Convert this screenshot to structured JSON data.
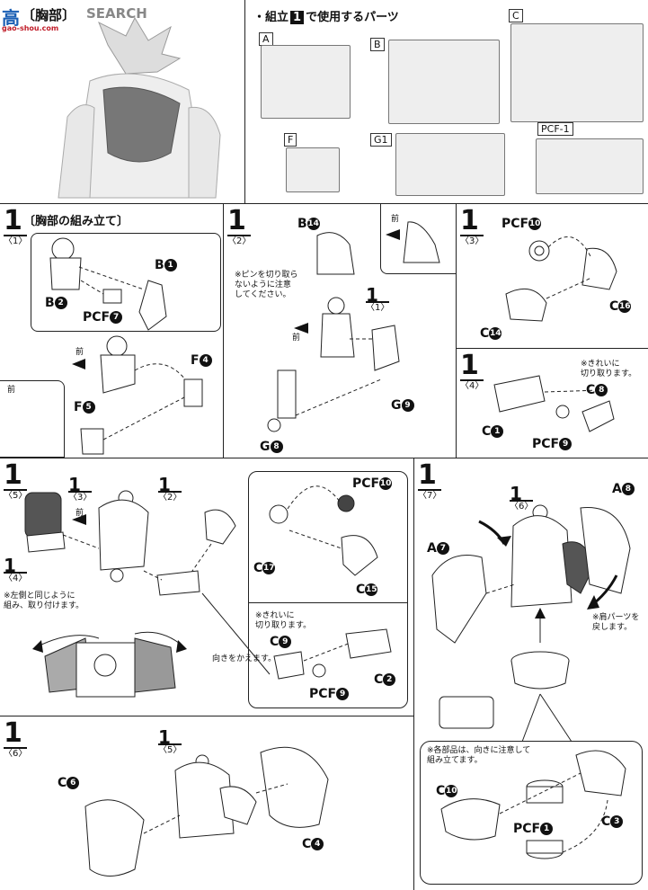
{
  "header": {
    "title": "〔胸部〕",
    "brand_watermark": "SEARCH",
    "brand_logo_text": "高",
    "brand_url": "gao-shou.com"
  },
  "parts_used": {
    "heading_prefix": "・組立",
    "heading_step": "1",
    "heading_suffix": "で使用するパーツ",
    "runners": [
      "A",
      "B",
      "C",
      "F",
      "G1",
      "PCF-1"
    ]
  },
  "steps": {
    "s1_1": {
      "number": "1",
      "sub": "〈1〉",
      "title": "〔胸部の組み立て〕",
      "labels": {
        "b1": "B",
        "b1n": "1",
        "b2": "B",
        "b2n": "2",
        "pcf7": "PCF",
        "pcf7n": "7",
        "f4": "F",
        "f4n": "4",
        "f5": "F",
        "f5n": "5",
        "front": "前",
        "front2": "前"
      }
    },
    "s1_2": {
      "number": "1",
      "sub": "〈2〉",
      "note": "※ピンを切り取ら\nないように注意\nしてください。",
      "labels": {
        "b14": "B",
        "b14n": "14",
        "g9": "G",
        "g9n": "9",
        "g8": "G",
        "g8n": "8",
        "front": "前",
        "front2": "前",
        "ref_num": "1",
        "ref_sub": "〈1〉"
      }
    },
    "s1_3": {
      "number": "1",
      "sub": "〈3〉",
      "labels": {
        "pcf10": "PCF",
        "pcf10n": "10",
        "c16": "C",
        "c16n": "16",
        "c14": "C",
        "c14n": "14"
      }
    },
    "s1_4": {
      "number": "1",
      "sub": "〈4〉",
      "note": "※きれいに\n切り取ります。",
      "labels": {
        "c8": "C",
        "c8n": "8",
        "c1": "C",
        "c1n": "1",
        "pcf9": "PCF",
        "pcf9n": "9"
      }
    },
    "s1_5": {
      "number": "1",
      "sub": "〈5〉",
      "note_left": "※左側と同じように\n組み、取り付けます。",
      "note_turn": "向きをかえます。",
      "note_clean": "※きれいに\n切り取ります。",
      "labels": {
        "front": "前",
        "ref3": "1",
        "ref3s": "〈3〉",
        "ref2": "1",
        "ref2s": "〈2〉",
        "ref4": "1",
        "ref4s": "〈4〉",
        "pcf10": "PCF",
        "pcf10n": "10",
        "c17": "C",
        "c17n": "17",
        "c15": "C",
        "c15n": "15",
        "c9": "C",
        "c9n": "9",
        "c2": "C",
        "c2n": "2",
        "pcf9": "PCF",
        "pcf9n": "9"
      }
    },
    "s1_6": {
      "number": "1",
      "sub": "〈6〉",
      "labels": {
        "c6": "C",
        "c6n": "6",
        "c4": "C",
        "c4n": "4",
        "ref5": "1",
        "ref5s": "〈5〉"
      }
    },
    "s1_7": {
      "number": "1",
      "sub": "〈7〉",
      "note_shoulder": "※肩パーツを\n戻します。",
      "note_parts": "※各部品は、向きに注意して\n組み立てます。",
      "labels": {
        "a7": "A",
        "a7n": "7",
        "a8": "A",
        "a8n": "8",
        "ref6": "1",
        "ref6s": "〈6〉",
        "c10": "C",
        "c10n": "10",
        "c3": "C",
        "c3n": "3",
        "pcf1": "PCF",
        "pcf1n": "1"
      }
    }
  }
}
